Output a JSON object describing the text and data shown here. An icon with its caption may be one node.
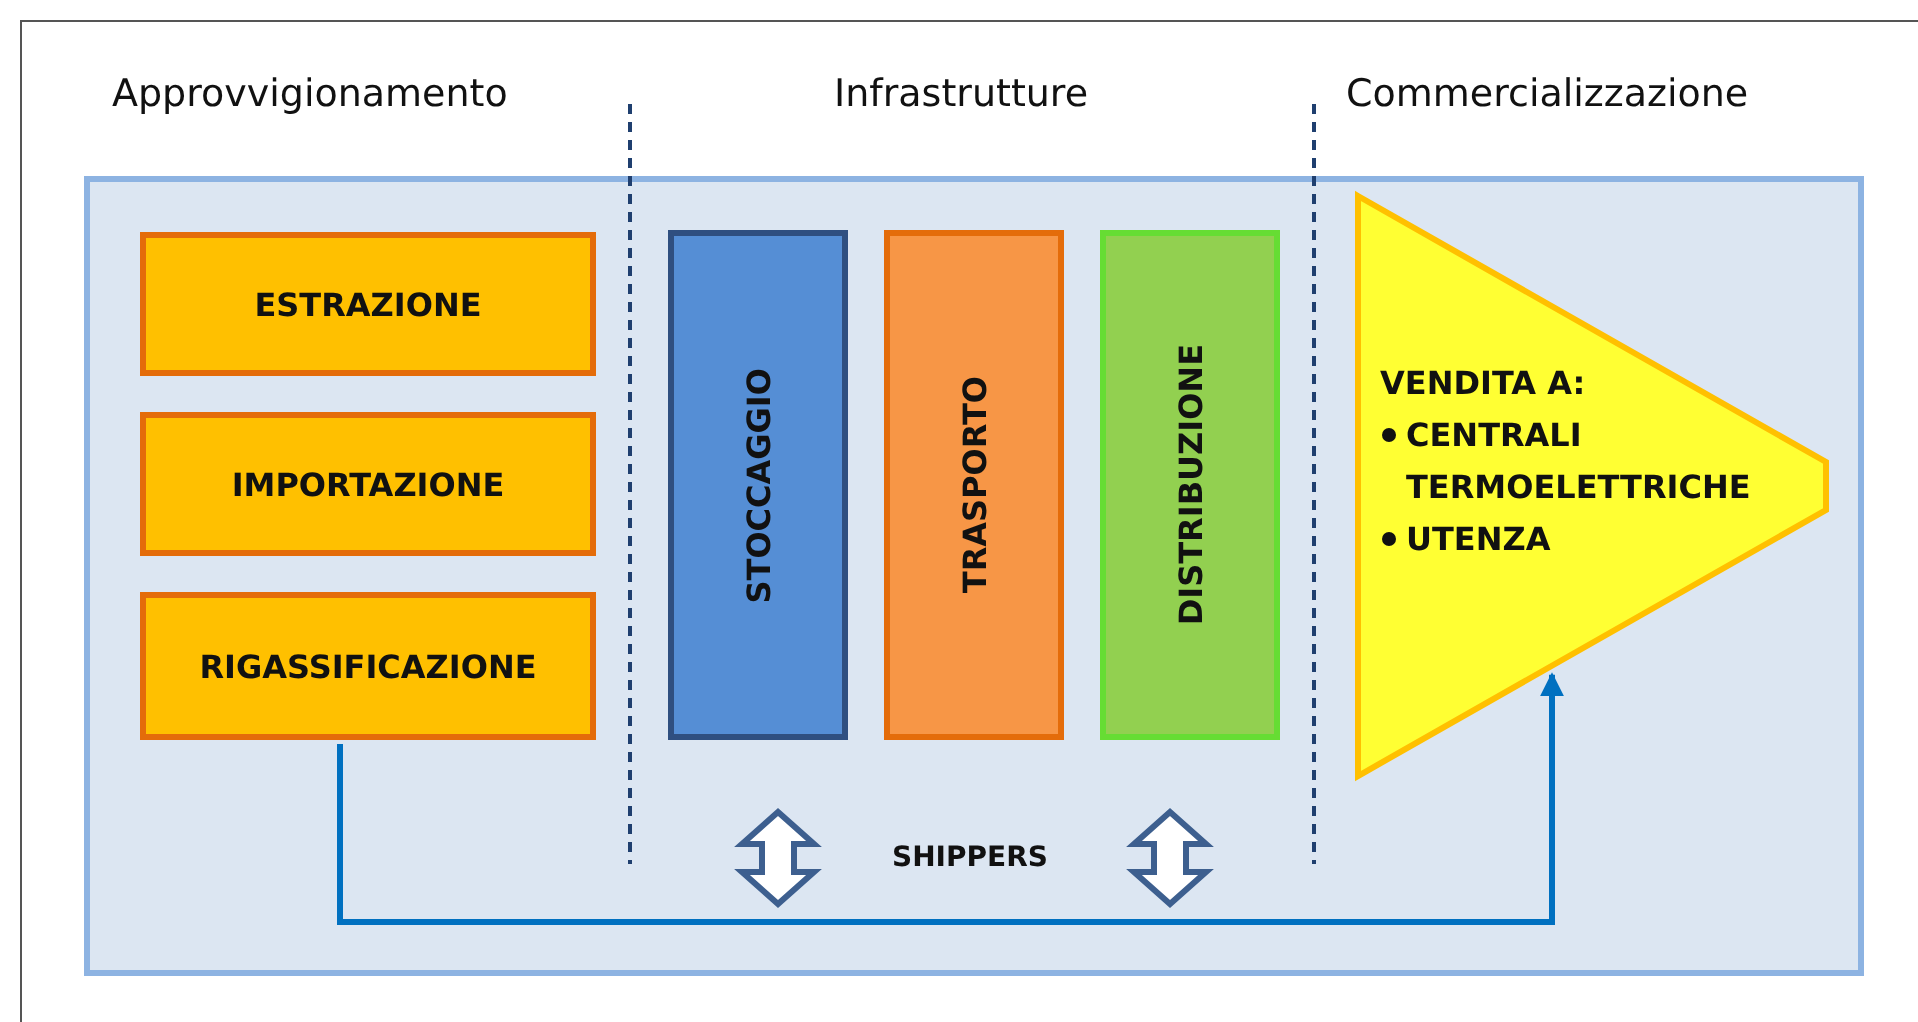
{
  "diagram": {
    "nodes": [
      {
        "text": [
          "ESTRAZIONE"
        ]
      },
      {
        "text": [
          "IMPORTAZIONE"
        ]
      },
      {
        "text": [
          "RIGASSIFICAZIONE"
        ]
      },
      {
        "text": [
          "STOCCAGGIO"
        ]
      },
      {
        "text": [
          "TRASPORTO"
        ]
      },
      {
        "text": [
          "DISTRIBUZIONE"
        ]
      },
      {
        "text": [
          "VENDITA A:",
          "CENTRALI TERMOELETTRICHE",
          "UTENZA"
        ]
      }
    ],
    "edges": [
      {
        "from": 2,
        "to": 6,
        "arrow": "to"
      }
    ],
    "labels": [
      "Approvvigionamento",
      "Infrastrutture",
      "Commercializzazione",
      "SHIPPERS"
    ]
  }
}
